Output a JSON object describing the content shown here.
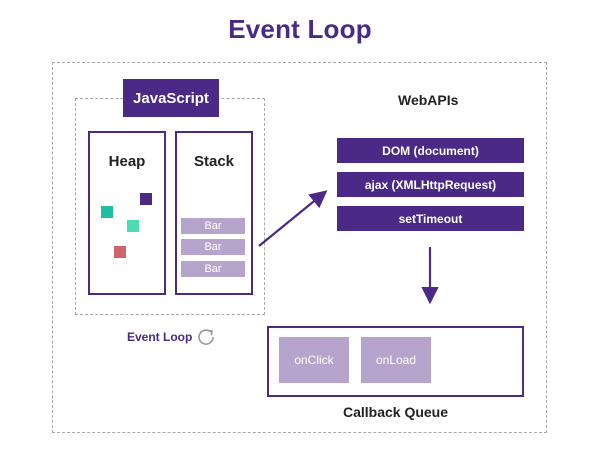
{
  "title": "Event Loop",
  "javascript": {
    "badge_label": "JavaScript",
    "heap": {
      "label": "Heap",
      "colors": [
        "#4a2a86",
        "#1fbfa5",
        "#4ddbb0",
        "#d0626b"
      ]
    },
    "stack": {
      "label": "Stack",
      "items": [
        "Bar",
        "Bar",
        "Bar"
      ]
    }
  },
  "event_loop": {
    "label": "Event Loop",
    "icon": "refresh-icon"
  },
  "webapis": {
    "label": "WebAPIs",
    "items": [
      "DOM (document)",
      "ajax (XMLHttpRequest)",
      "setTimeout"
    ]
  },
  "callback_queue": {
    "label": "Callback Queue",
    "items": [
      "onClick",
      "onLoad"
    ]
  },
  "colors": {
    "primary": "#4a2a86",
    "light": "#b6a4cc",
    "dashed": "#a8a8a8"
  }
}
